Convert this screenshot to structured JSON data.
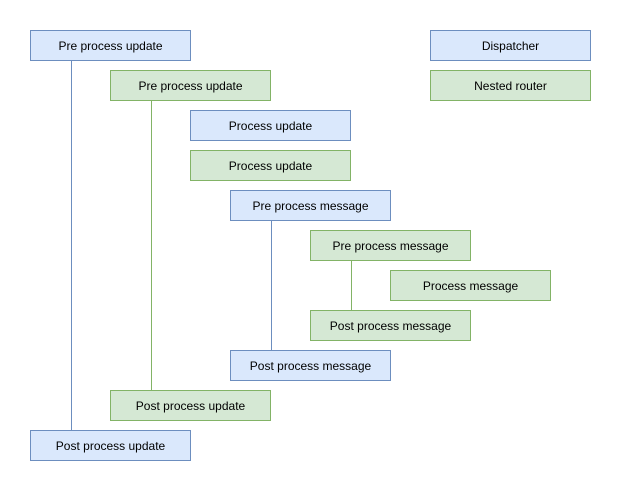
{
  "diagram": {
    "colors": {
      "background": "#ffffff",
      "blue_fill": "#dae8fc",
      "blue_border": "#6c8ebf",
      "green_fill": "#d5e8d4",
      "green_border": "#82b366",
      "text": "#000000"
    },
    "legend_nodes": [
      {
        "label": "Dispatcher",
        "color_name": "blue"
      },
      {
        "label": "Nested router",
        "color_name": "green"
      }
    ],
    "nodes": [
      {
        "label": "Pre process update",
        "color_name": "blue"
      },
      {
        "label": "Dispatcher",
        "color_name": "blue"
      },
      {
        "label": "Pre process update",
        "color_name": "green"
      },
      {
        "label": "Nested router",
        "color_name": "green"
      },
      {
        "label": "Process update",
        "color_name": "blue"
      },
      {
        "label": "Process update",
        "color_name": "green"
      },
      {
        "label": "Pre process message",
        "color_name": "blue"
      },
      {
        "label": "Pre process message",
        "color_name": "green"
      },
      {
        "label": "Process message",
        "color_name": "green"
      },
      {
        "label": "Post process message",
        "color_name": "green"
      },
      {
        "label": "Post process message",
        "color_name": "blue"
      },
      {
        "label": "Post process update",
        "color_name": "green"
      },
      {
        "label": "Post process update",
        "color_name": "blue"
      }
    ],
    "connectors": [
      {
        "color_name": "blue",
        "from": "Pre process update",
        "to": "Post process update"
      },
      {
        "color_name": "green",
        "from": "Pre process update",
        "to": "Post process update"
      },
      {
        "color_name": "blue",
        "from": "Pre process message",
        "to": "Post process message"
      },
      {
        "color_name": "green",
        "from": "Pre process message",
        "to": "Post process message"
      }
    ]
  }
}
